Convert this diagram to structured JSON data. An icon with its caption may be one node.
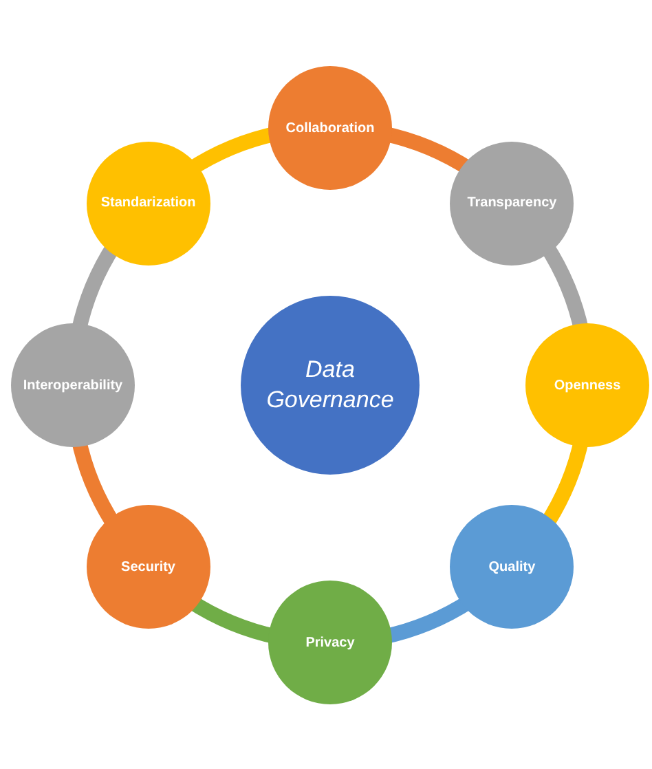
{
  "diagram": {
    "nodes": [
      {
        "text": [
          "Data Governance"
        ]
      },
      {
        "text": [
          "Collaboration"
        ]
      },
      {
        "text": [
          "Transparency"
        ]
      },
      {
        "text": [
          "Openness"
        ]
      },
      {
        "text": [
          "Quality"
        ]
      },
      {
        "text": [
          "Privacy"
        ]
      },
      {
        "text": [
          "Security"
        ]
      },
      {
        "text": [
          "Interoperability"
        ]
      },
      {
        "text": [
          "Standarization"
        ]
      }
    ],
    "edges": [
      {
        "from": 1,
        "to": 2,
        "arrow": "none",
        "color": "#ed7d31"
      },
      {
        "from": 2,
        "to": 3,
        "arrow": "none",
        "color": "#a5a5a5"
      },
      {
        "from": 3,
        "to": 4,
        "arrow": "none",
        "color": "#ffc000"
      },
      {
        "from": 4,
        "to": 5,
        "arrow": "none",
        "color": "#5b9bd5"
      },
      {
        "from": 5,
        "to": 6,
        "arrow": "none",
        "color": "#70ad47"
      },
      {
        "from": 6,
        "to": 7,
        "arrow": "none",
        "color": "#ed7d31"
      },
      {
        "from": 7,
        "to": 8,
        "arrow": "none",
        "color": "#a5a5a5"
      },
      {
        "from": 8,
        "to": 1,
        "arrow": "none",
        "color": "#ffc000"
      }
    ]
  }
}
